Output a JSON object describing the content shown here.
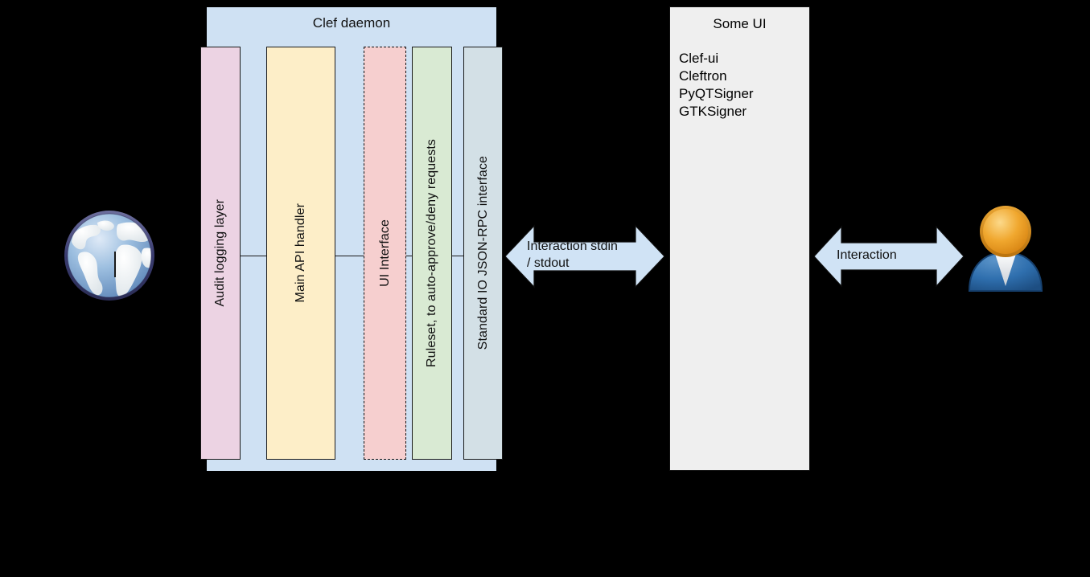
{
  "diagram": {
    "daemon": {
      "title": "Clef daemon",
      "fill": "#cfe1f3",
      "boxes": [
        {
          "label": "Audit logging layer",
          "fill": "#ecd3e3",
          "border": "solid"
        },
        {
          "label": "Main API handler",
          "fill": "#fdeec8",
          "border": "solid"
        },
        {
          "label": "UI Interface",
          "fill": "#f6cfcf",
          "border": "dashed"
        },
        {
          "label": "Ruleset, to auto-approve/deny requests",
          "fill": "#d9ead3",
          "border": "solid"
        },
        {
          "label": "Standard IO JSON-RPC interface",
          "fill": "#d3e0e6",
          "border": "solid"
        }
      ]
    },
    "some_ui": {
      "title": "Some UI",
      "fill": "#efefef",
      "items": [
        "Clef-ui",
        "Cleftron",
        "PyQTSigner",
        "GTKSigner"
      ]
    },
    "arrows": [
      {
        "label_line1": "Interaction stdin",
        "label_line2": "/ stdout",
        "fill": "#d0e3f5"
      },
      {
        "label_line1": "Interaction",
        "label_line2": "",
        "fill": "#d0e3f5"
      }
    ],
    "icons": {
      "globe": "globe-icon",
      "user": "user-icon"
    }
  }
}
